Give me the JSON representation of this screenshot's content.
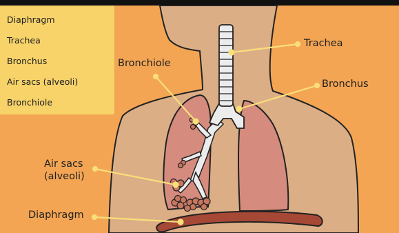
{
  "word_bank": {
    "items": [
      "Diaphragm",
      "Trachea",
      "Bronchus",
      "Air sacs (alveoli)",
      "Bronchiole"
    ]
  },
  "labels": {
    "trachea": "Trachea",
    "bronchus": "Bronchus",
    "bronchiole": "Bronchiole",
    "air_sacs_line1": "Air sacs",
    "air_sacs_line2": "(alveoli)",
    "diaphragm": "Diaphragm"
  },
  "colors": {
    "background": "#f3a554",
    "word_bank": "#f7d36a",
    "skin": "#dcae86",
    "lung": "#d58b7d",
    "trachea": "#ececec",
    "diaphragm": "#a64836",
    "pointer": "#f9df7a"
  }
}
